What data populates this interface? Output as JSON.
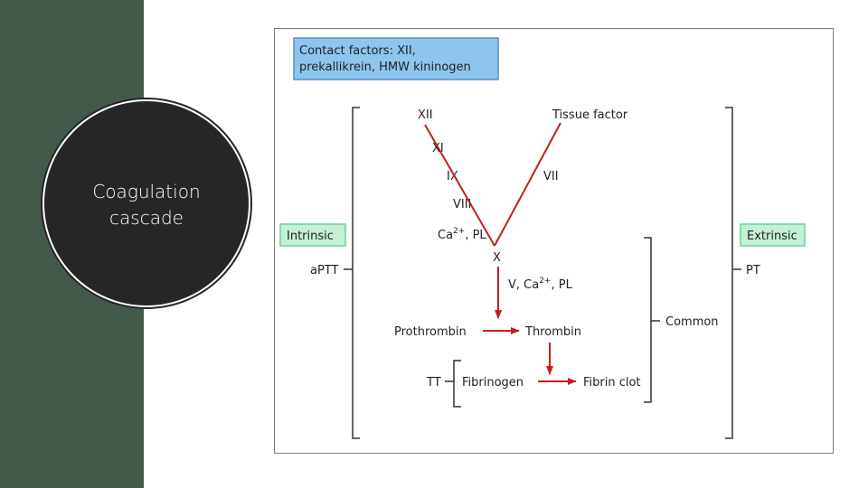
{
  "slide": {
    "title_line1": "Coagulation",
    "title_line2": "cascade"
  },
  "diagram": {
    "contact_line1": "Contact factors: XII,",
    "contact_line2": "prekallikrein, HMW kininogen",
    "xii": "XII",
    "xi": "XI",
    "ix": "IX",
    "viii": "VIII",
    "ca_pl_base": "Ca",
    "ca_pl_sup": "2+",
    "ca_pl_rest": ", PL",
    "tissue_factor": "Tissue factor",
    "vii": "VII",
    "x": "X",
    "v_ca_pl_base": "V, Ca",
    "v_ca_pl_sup": "2+",
    "v_ca_pl_rest": ", PL",
    "prothrombin": "Prothrombin",
    "thrombin": "Thrombin",
    "fibrinogen": "Fibrinogen",
    "fibrin_clot": "Fibrin clot",
    "intrinsic": "Intrinsic",
    "extrinsic": "Extrinsic",
    "aptt": "aPTT",
    "pt": "PT",
    "tt": "TT",
    "common": "Common"
  },
  "colors": {
    "sidebar": "#43594a",
    "circle": "#262626",
    "arrow": "#c41e1e",
    "contact_fill": "#8ec5ef",
    "contact_stroke": "#5a8fc9",
    "label_fill": "#c4f0d6",
    "label_stroke": "#6fcf97"
  }
}
